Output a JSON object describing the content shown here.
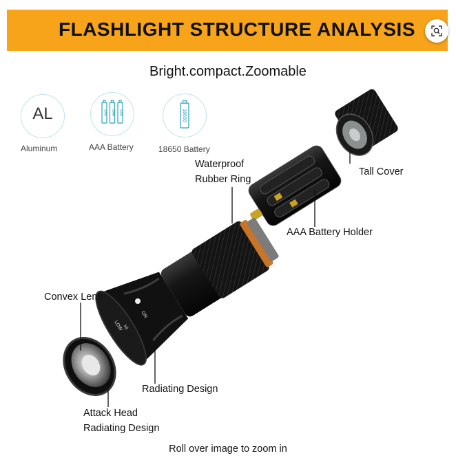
{
  "header": {
    "title": "FLASHLIGHT STRUCTURE ANALYSIS",
    "zoom_icon": "zoom-search-icon",
    "accent_color": "#f7a41b"
  },
  "subtitle": "Bright.compact.Zoomable",
  "features": [
    {
      "icon": "AL",
      "label": "Aluminum"
    },
    {
      "icon": "aaa-battery-icon",
      "label": "AAA Battery",
      "battery_text": "AAA"
    },
    {
      "icon": "18650-battery-icon",
      "label": "18650 Battery",
      "battery_text": "18650"
    }
  ],
  "callouts": {
    "waterproof_ring": "Waterproof\nRubber Ring",
    "tall_cover": "Tall Cover",
    "aaa_holder": "AAA Battery Holder",
    "convex_lens": "Convex Lens",
    "radiating_design": "Radiating Design",
    "attack_head": "Attack Head\nRadiating Design"
  },
  "flashlight_markings": [
    "ON",
    "HI",
    "LOW"
  ],
  "footer": "Roll over image to zoom in"
}
